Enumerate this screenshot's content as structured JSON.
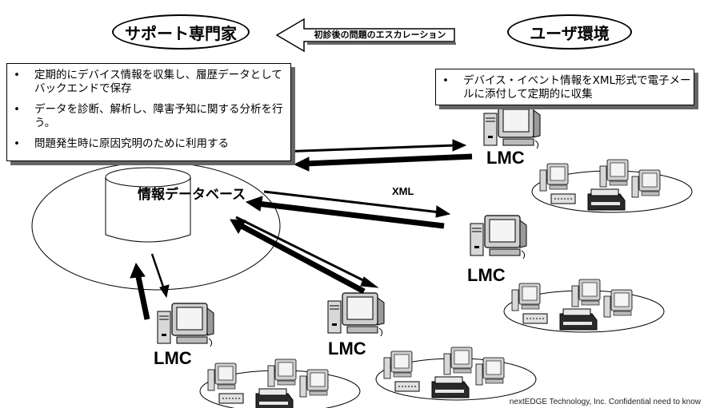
{
  "labels": {
    "support_expert": "サポート専門家",
    "user_env": "ユーザ環境",
    "escalation": "初診後の問題のエスカレーション",
    "database": "情報データベース",
    "xml": "XML",
    "lmc": "LMC"
  },
  "support_box": {
    "items": [
      "定期的にデバイス情報を収集し、履歴データとしてバックエンドで保存",
      "データを診断、解析し、障害予知に関する分析を行う。",
      "問題発生時に原因究明のために利用する"
    ]
  },
  "user_box": {
    "items": [
      "デバイス・イベント情報をXML形式で電子メールに添付して定期的に収集"
    ]
  },
  "footer": "nextEDGE Technology, Inc. Confidential need to know"
}
